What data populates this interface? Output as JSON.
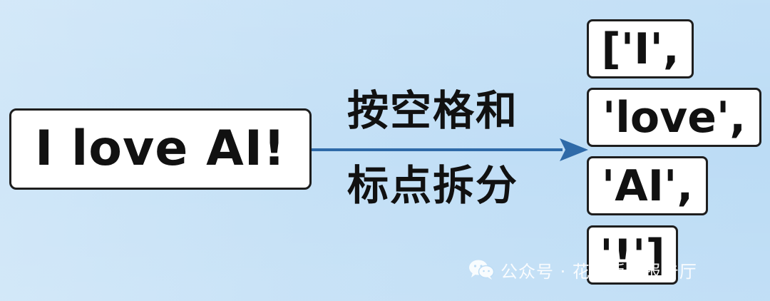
{
  "input": {
    "text": "I love AI!"
  },
  "operation": {
    "line1": "按空格和",
    "line2": "标点拆分"
  },
  "tokens": [
    "['I',",
    "'love',",
    "'AI',",
    "'!']"
  ],
  "watermark": {
    "text": "公众号 · 花老板的报告厅",
    "icon": "wechat-icon"
  },
  "colors": {
    "arrow": "#2f6aa8",
    "background": "#c4e0f6",
    "box_border": "#1e1e1e"
  }
}
